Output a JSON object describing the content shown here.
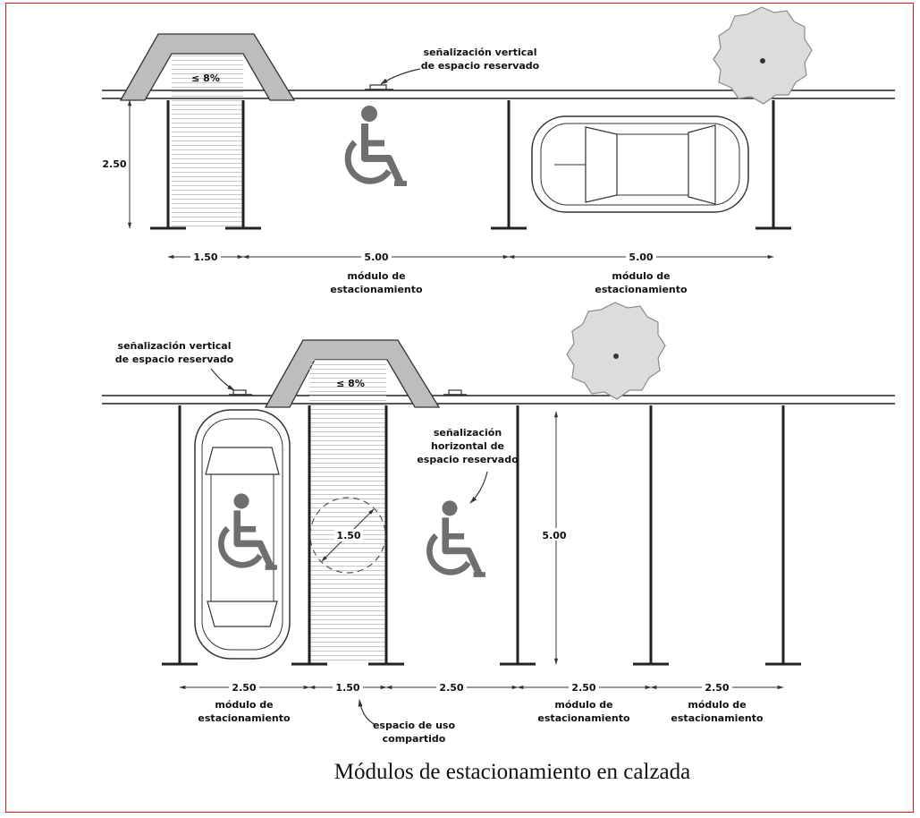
{
  "colors": {
    "frame": "#d01c1c",
    "sign": "#666666",
    "tree": "#dcdcdc"
  },
  "icons": [
    "wheelchair-icon",
    "car-icon",
    "tree-icon",
    "ramp-icon",
    "signpost-icon",
    "turning-circle-icon"
  ],
  "top": {
    "ramp_slope": "≤ 8%",
    "sign_label_1": "señalización vertical",
    "sign_label_2": "de espacio reservado",
    "depth_dim": "2.50",
    "dim_ramp": "1.50",
    "dim_module_1": "5.00",
    "dim_module_2": "5.00",
    "module_label_1a": "módulo de",
    "module_label_1b": "estacionamiento",
    "module_label_2a": "módulo de",
    "module_label_2b": "estacionamiento"
  },
  "bottom": {
    "sign_label_1": "señalización vertical",
    "sign_label_2": "de espacio reservado",
    "ramp_slope": "≤ 8%",
    "horiz_label_1": "señalización",
    "horiz_label_2": "horizontal de",
    "horiz_label_3": "espacio reservado",
    "circle_dim": "1.50",
    "depth_dim": "5.00",
    "dims": [
      "2.50",
      "1.50",
      "2.50",
      "2.50",
      "2.50"
    ],
    "module_label_a": "módulo de",
    "module_label_b": "estacionamiento",
    "shared_label_1": "espacio de uso",
    "shared_label_2": "compartido"
  },
  "caption": "Módulos de estacionamiento en calzada"
}
